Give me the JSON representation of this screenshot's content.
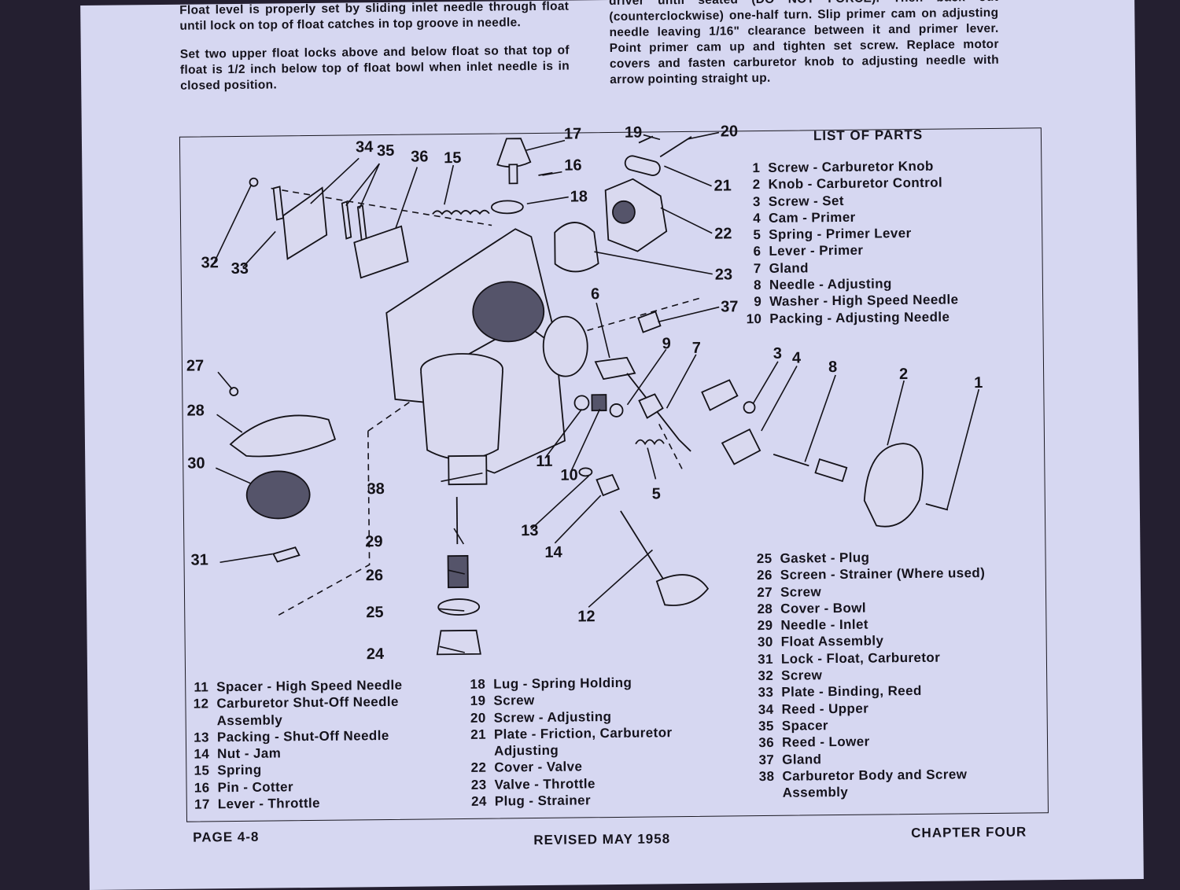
{
  "intro": {
    "left_paragraphs": [
      "Float level is properly set by sliding inlet needle through float until lock on top of float catches in top groove in needle.",
      "Set two upper float locks above and below float so that top of float is 1/2 inch below top of float bowl when inlet needle is in closed position."
    ],
    "right_paragraph": "driver until seated (DO NOT FORCE). Then back out (counterclockwise) one-half turn. Slip primer cam on adjusting needle leaving 1/16\" clearance between it and primer lever. Point primer cam up and tighten set screw. Replace motor covers and fasten carburetor knob to adjusting needle with arrow pointing straight up."
  },
  "figure": {
    "list_title": "LIST OF PARTS",
    "callouts": [
      "1",
      "2",
      "3",
      "4",
      "5",
      "6",
      "7",
      "8",
      "9",
      "10",
      "11",
      "12",
      "13",
      "14",
      "15",
      "16",
      "17",
      "18",
      "19",
      "20",
      "21",
      "22",
      "23",
      "24",
      "25",
      "26",
      "27",
      "28",
      "29",
      "30",
      "31",
      "32",
      "33",
      "34",
      "35",
      "36",
      "37",
      "38"
    ],
    "parts_top_right": [
      {
        "num": "1",
        "name": "Screw - Carburetor Knob"
      },
      {
        "num": "2",
        "name": "Knob - Carburetor Control"
      },
      {
        "num": "3",
        "name": "Screw - Set"
      },
      {
        "num": "4",
        "name": "Cam - Primer"
      },
      {
        "num": "5",
        "name": "Spring - Primer Lever"
      },
      {
        "num": "6",
        "name": "Lever - Primer"
      },
      {
        "num": "7",
        "name": "Gland"
      },
      {
        "num": "8",
        "name": "Needle - Adjusting"
      },
      {
        "num": "9",
        "name": "Washer - High Speed Needle"
      },
      {
        "num": "10",
        "name": "Packing - Adjusting Needle"
      }
    ],
    "parts_bottom_left": [
      {
        "num": "11",
        "name": "Spacer - High Speed Needle"
      },
      {
        "num": "12",
        "name": "Carburetor Shut-Off Needle",
        "cont": "Assembly"
      },
      {
        "num": "13",
        "name": "Packing - Shut-Off Needle"
      },
      {
        "num": "14",
        "name": "Nut - Jam"
      },
      {
        "num": "15",
        "name": "Spring"
      },
      {
        "num": "16",
        "name": "Pin - Cotter"
      },
      {
        "num": "17",
        "name": "Lever - Throttle"
      }
    ],
    "parts_bottom_middle": [
      {
        "num": "18",
        "name": "Lug - Spring Holding"
      },
      {
        "num": "19",
        "name": "Screw"
      },
      {
        "num": "20",
        "name": "Screw - Adjusting"
      },
      {
        "num": "21",
        "name": "Plate - Friction, Carburetor",
        "cont": "Adjusting"
      },
      {
        "num": "22",
        "name": "Cover - Valve"
      },
      {
        "num": "23",
        "name": "Valve - Throttle"
      },
      {
        "num": "24",
        "name": "Plug - Strainer"
      }
    ],
    "parts_right": [
      {
        "num": "25",
        "name": "Gasket - Plug"
      },
      {
        "num": "26",
        "name": "Screen - Strainer (Where used)"
      },
      {
        "num": "27",
        "name": "Screw"
      },
      {
        "num": "28",
        "name": "Cover - Bowl"
      },
      {
        "num": "29",
        "name": "Needle - Inlet"
      },
      {
        "num": "30",
        "name": "Float Assembly"
      },
      {
        "num": "31",
        "name": "Lock - Float, Carburetor"
      },
      {
        "num": "32",
        "name": "Screw"
      },
      {
        "num": "33",
        "name": "Plate - Binding, Reed"
      },
      {
        "num": "34",
        "name": "Reed - Upper"
      },
      {
        "num": "35",
        "name": "Spacer"
      },
      {
        "num": "36",
        "name": "Reed - Lower"
      },
      {
        "num": "37",
        "name": "Gland"
      },
      {
        "num": "38",
        "name": "Carburetor Body and Screw",
        "cont": "Assembly"
      }
    ]
  },
  "footer": {
    "page": "PAGE 4-8",
    "revised": "REVISED MAY 1958",
    "chapter": "CHAPTER FOUR"
  }
}
